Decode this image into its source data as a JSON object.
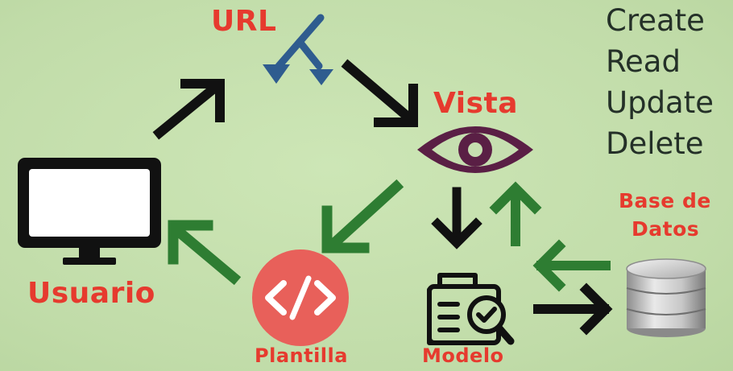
{
  "labels": {
    "url": "URL",
    "vista": "Vista",
    "usuario": "Usuario",
    "plantilla": "Plantilla",
    "modelo": "Modelo",
    "base_de_datos_line1": "Base de",
    "base_de_datos_line2": "Datos"
  },
  "crud": [
    "Create",
    "Read",
    "Update",
    "Delete"
  ],
  "icons": {
    "url": "fork-arrow-icon",
    "vista": "eye-icon",
    "usuario": "monitor-icon",
    "plantilla": "code-icon",
    "modelo": "document-search-icon",
    "database": "database-icon"
  },
  "colors": {
    "background": "#c6dfb0",
    "label_red": "#e63a2e",
    "arrow_black": "#111111",
    "arrow_green": "#2e7d32",
    "eye_purple": "#5a1f45",
    "url_blue": "#2f5c8f",
    "code_circle": "#e8605a",
    "crud_text": "#243028"
  }
}
